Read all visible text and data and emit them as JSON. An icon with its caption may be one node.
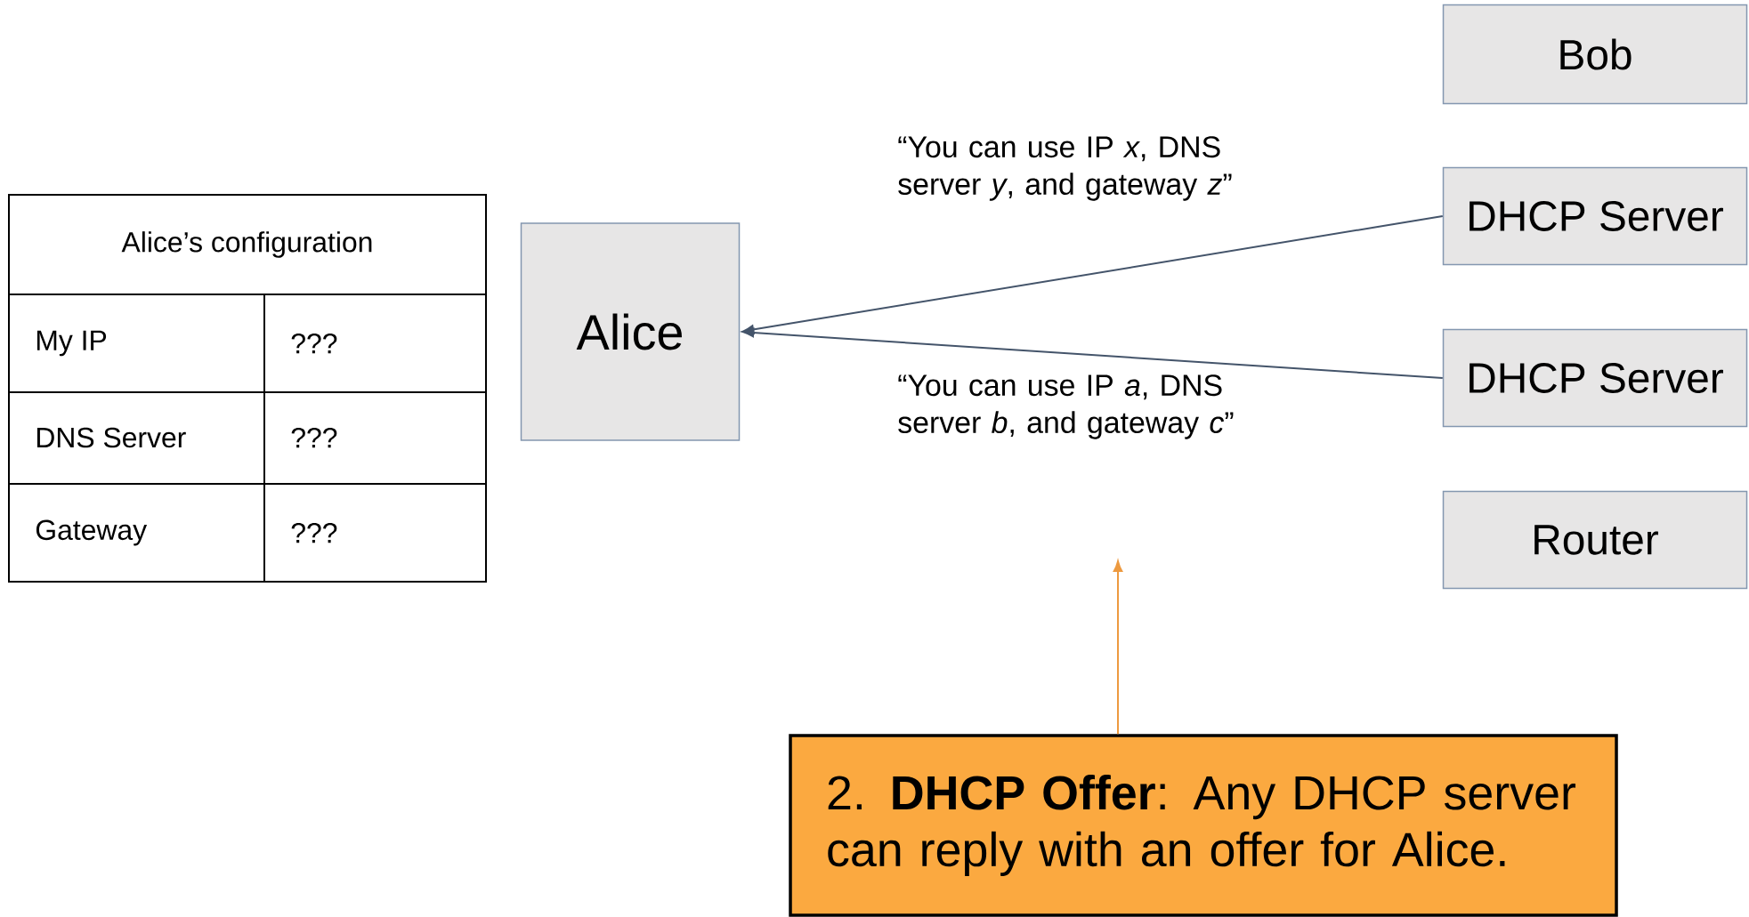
{
  "diagram": {
    "nodes": [
      {
        "text": [
          "Bob"
        ]
      },
      {
        "text": [
          "DHCP Server"
        ]
      },
      {
        "text": [
          "Alice"
        ]
      },
      {
        "text": [
          "DHCP Server"
        ]
      },
      {
        "text": [
          "Router"
        ]
      },
      {
        "text": [
          "2. **DHCP Offer**: Any DHCP server can reply with an offer for Alice."
        ]
      }
    ],
    "edges": [
      {
        "from": 1,
        "to": 2,
        "arrow": "to",
        "label": "“You can use IP *x*, DNS server *y*, and gateway *z*”"
      },
      {
        "from": 3,
        "to": 2,
        "arrow": "to",
        "label": "“You can use IP *a*, DNS server *b*, and gateway *c*”"
      },
      {
        "from": 5,
        "to": null,
        "arrow": "to",
        "color": "#ed9a40"
      }
    ],
    "labels": [
      "Alice’s configuration",
      "My IP",
      "???",
      "DNS Server",
      "???",
      "Gateway",
      "???"
    ]
  }
}
